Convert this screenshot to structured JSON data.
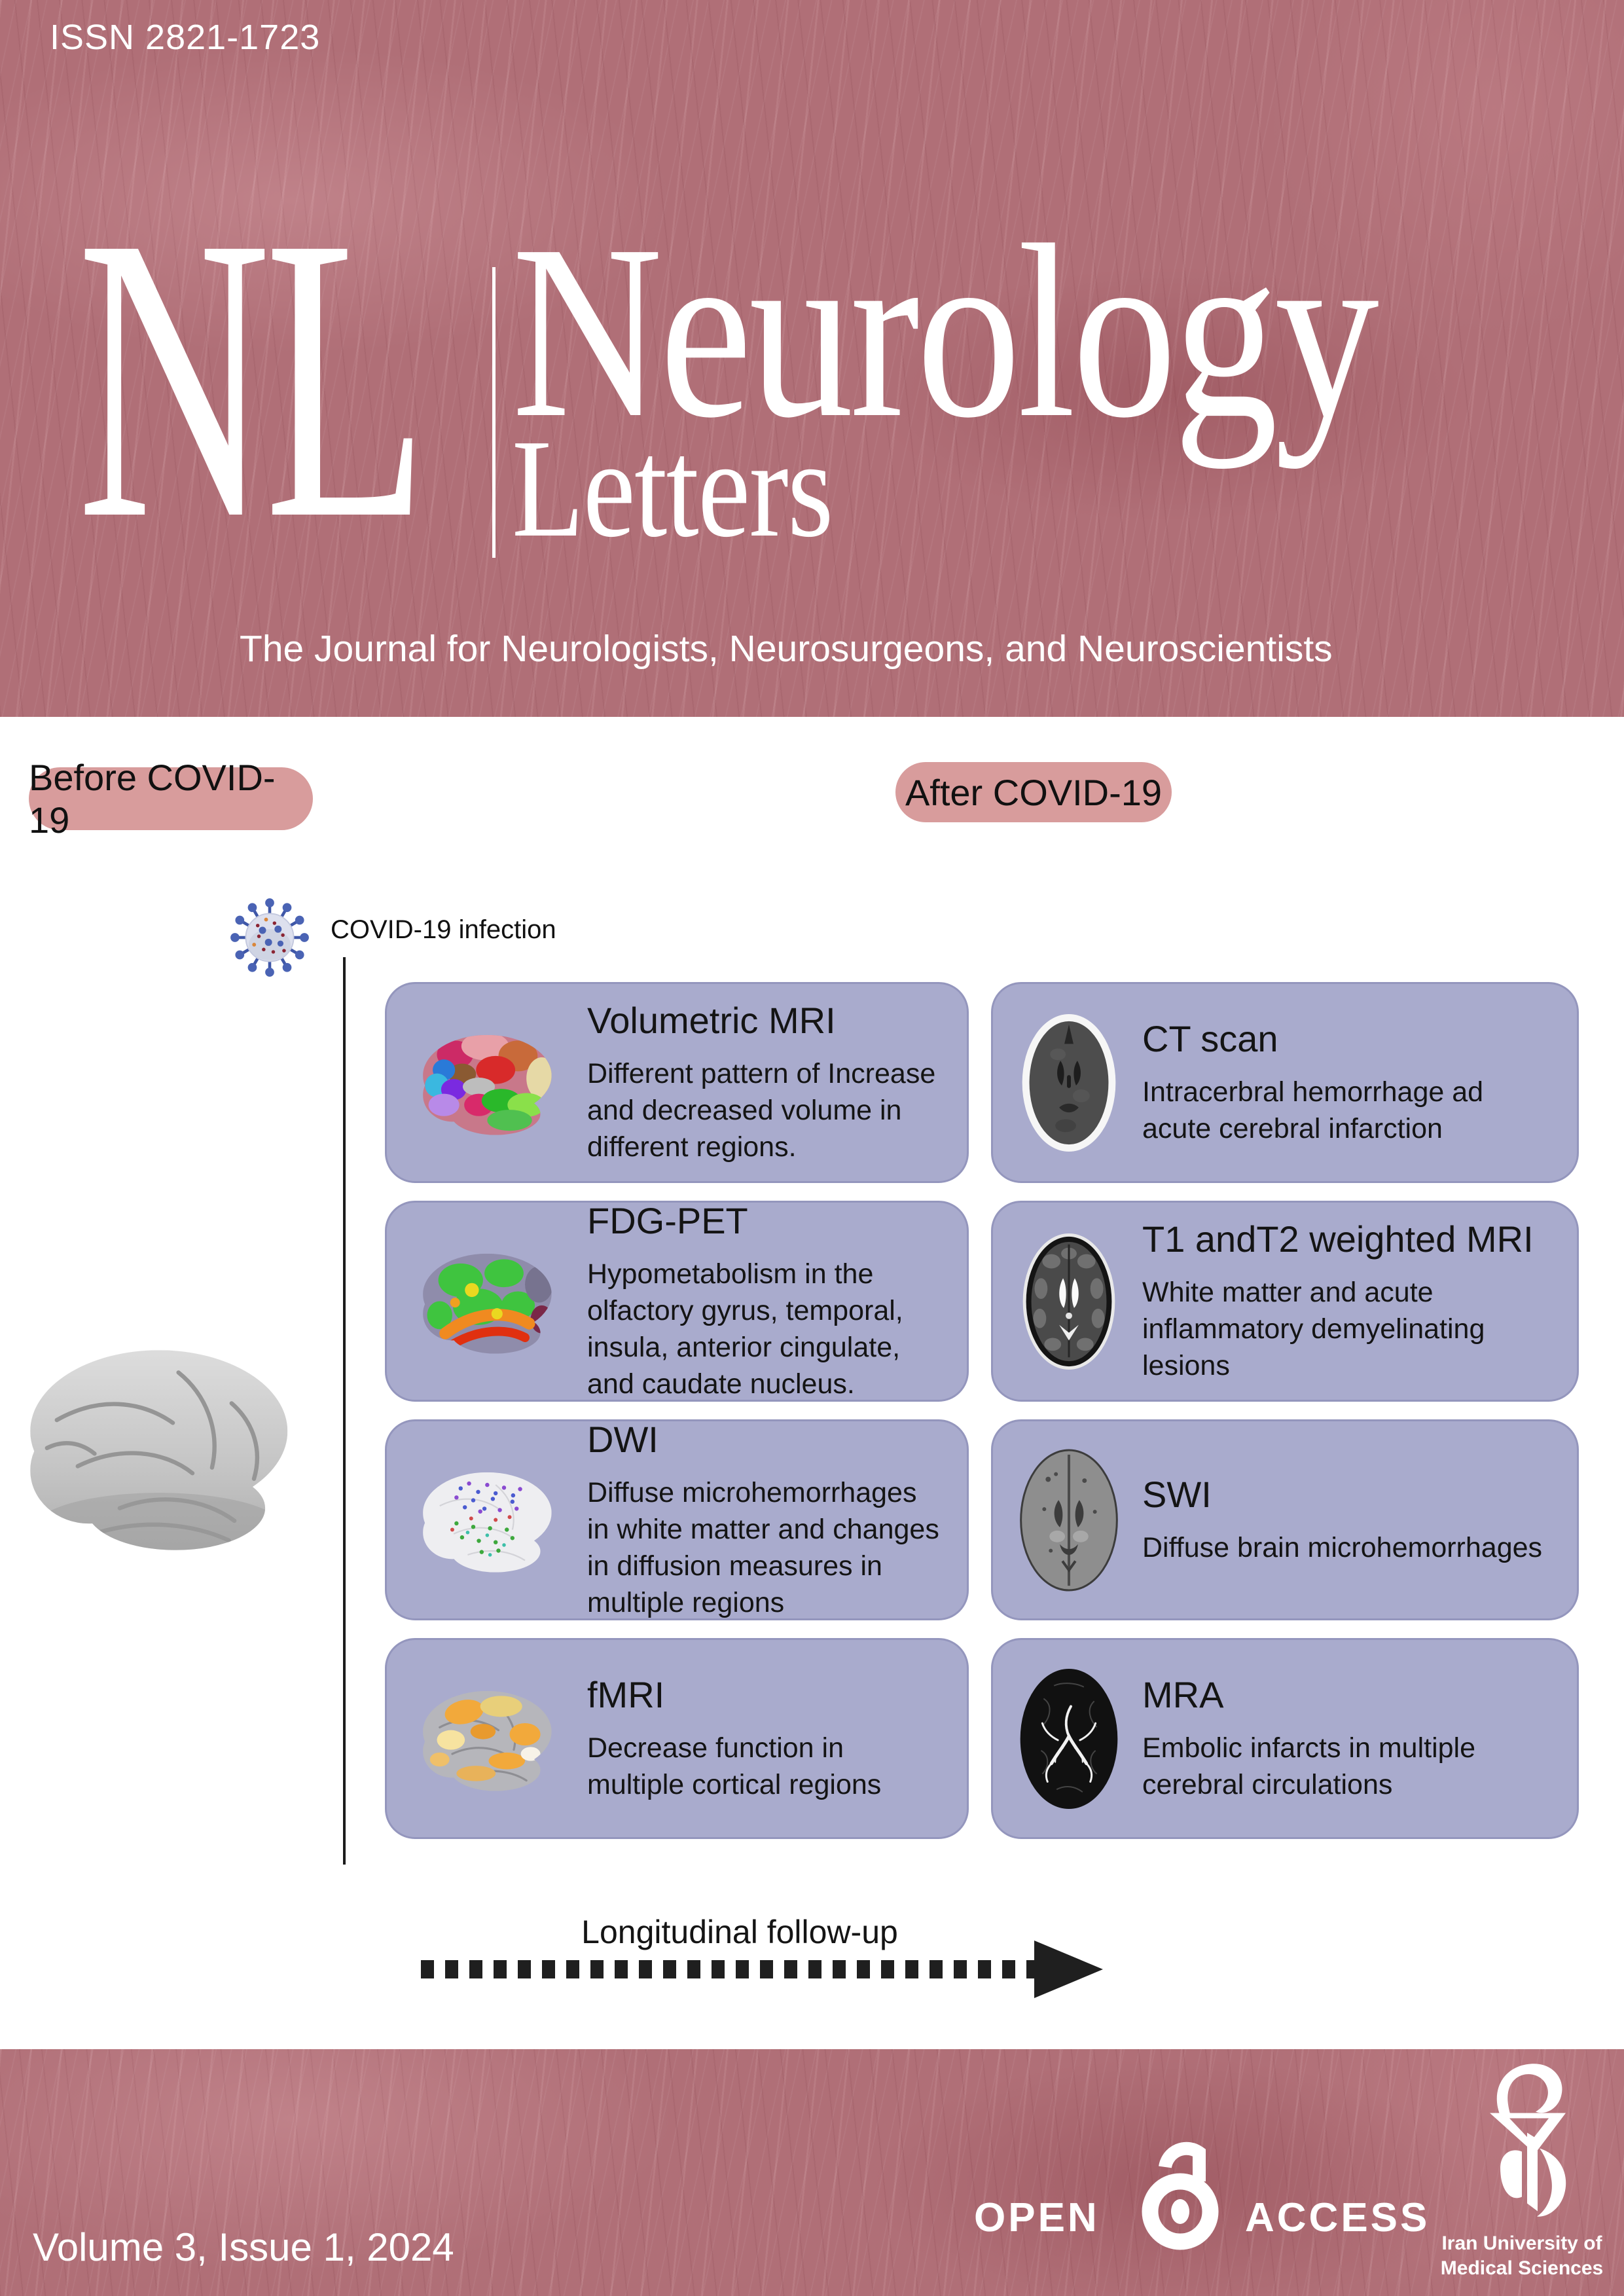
{
  "colors": {
    "header_bg": "#b06f77",
    "pill_bg": "#d89c9c",
    "card_bg": "#a9abcd",
    "card_border": "#9496bd",
    "arrow": "#1f1f1f",
    "text_light": "#ffffff",
    "text_dark": "#141414"
  },
  "header": {
    "issn": "ISSN 2821-1723",
    "logo_abbrev": "NL",
    "logo_word1": "Neurology",
    "logo_word2": "Letters",
    "tagline": "The Journal for Neurologists, Neurosurgeons, and Neuroscientists"
  },
  "figure": {
    "before_label": "Before COVID-19",
    "after_label": "After COVID-19",
    "infection_label": "COVID-19 infection",
    "followup_label": "Longitudinal follow-up",
    "icons": {
      "virus": "covid-virus-icon",
      "left_brain": "gray-brain-lateral-image"
    },
    "cards": [
      {
        "title": "Volumetric MRI",
        "body": "Different pattern of Increase and decreased volume in different regions.",
        "image": "parcellation-brain-lateral-image"
      },
      {
        "title": "CT scan",
        "body": "Intracerbral hemorrhage ad acute cerebral infarction",
        "image": "ct-axial-scan-image"
      },
      {
        "title": "FDG-PET",
        "body": "Hypometabolism in the olfactory gyrus, temporal, insula, anterior cingulate, and caudate nucleus.",
        "image": "fdg-pet-brain-lateral-image"
      },
      {
        "title": "T1 andT2 weighted MRI",
        "body": "White matter and acute inflammatory demyelinating lesions",
        "image": "t2-mri-axial-scan-image"
      },
      {
        "title": "DWI",
        "body": "Diffuse microhemorrhages in white matter and changes in diffusion measures in multiple regions",
        "image": "dwi-brain-lateral-image"
      },
      {
        "title": "SWI",
        "body": "Diffuse brain microhemorrhages",
        "image": "swi-axial-scan-image"
      },
      {
        "title": "fMRI",
        "body": "Decrease function in multiple cortical regions",
        "image": "fmri-brain-lateral-image"
      },
      {
        "title": "MRA",
        "body": "Embolic infarcts in multiple cerebral circulations",
        "image": "mra-axial-scan-image"
      }
    ]
  },
  "footer": {
    "issue_info": "Volume 3, Issue 1, 2024",
    "open_access": {
      "word_left": "OPEN",
      "word_right": "ACCESS",
      "icon": "open-lock-icon"
    },
    "publisher": {
      "line1": "Iran University of",
      "line2": "Medical Sciences",
      "icon": "iums-emblem-icon"
    }
  }
}
